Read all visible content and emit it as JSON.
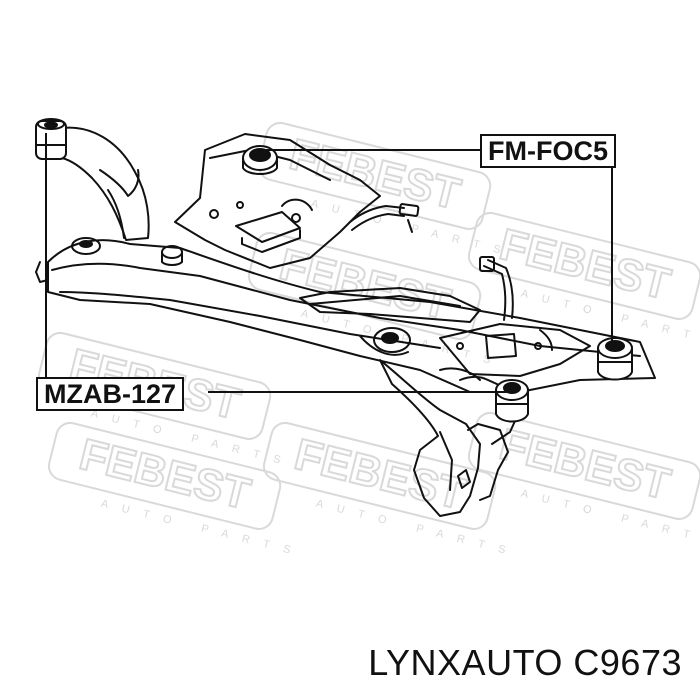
{
  "watermark": {
    "brand": "FEBEST",
    "tagline": "AUTO PARTS"
  },
  "callouts": {
    "part_1": "FM-FOC5",
    "part_2": "MZAB-127"
  },
  "caption": "LYNXAUTO C9673",
  "colors": {
    "ink": "#111111",
    "watermark": "#d9d9d9",
    "background": "#ffffff"
  }
}
